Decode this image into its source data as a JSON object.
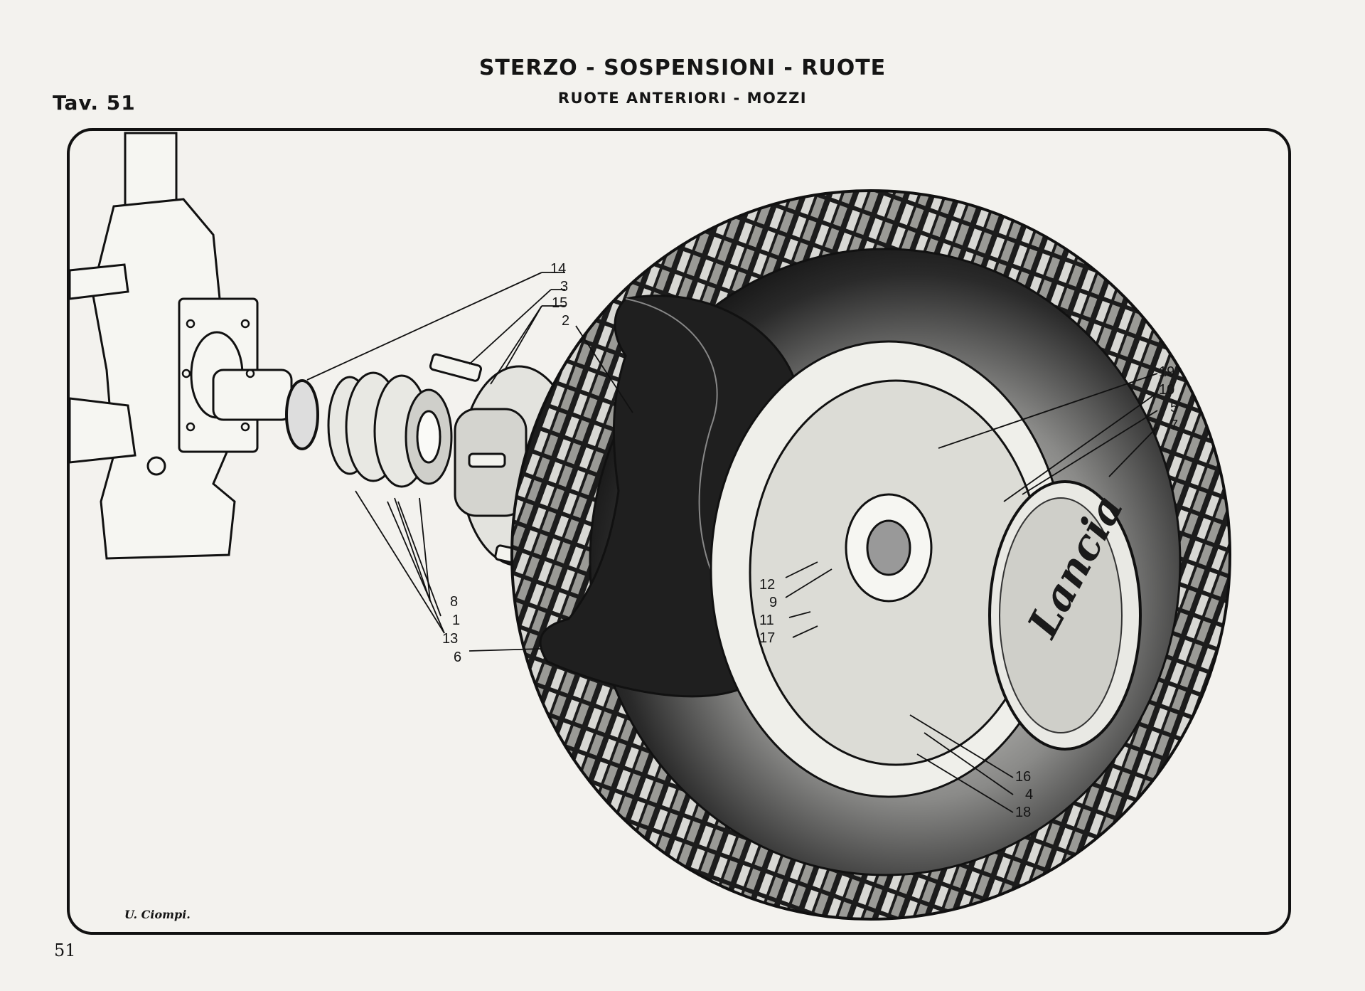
{
  "header": {
    "title": "STERZO - SOSPENSIONI - RUOTE",
    "subtitle": "RUOTE ANTERIORI - MOZZI",
    "plate": "Tav. 51"
  },
  "footer": {
    "page_number": "51",
    "signature": "U. Ciompi."
  },
  "hubcap_brand": "Lancia",
  "callouts": [
    {
      "id": "c14",
      "text": "14"
    },
    {
      "id": "c3a",
      "text": "3"
    },
    {
      "id": "c15",
      "text": "15"
    },
    {
      "id": "c2",
      "text": "2"
    },
    {
      "id": "c8",
      "text": "8"
    },
    {
      "id": "c1",
      "text": "1"
    },
    {
      "id": "c13",
      "text": "13"
    },
    {
      "id": "c6",
      "text": "6"
    },
    {
      "id": "c12",
      "text": "12"
    },
    {
      "id": "c9",
      "text": "9"
    },
    {
      "id": "c11",
      "text": "11"
    },
    {
      "id": "c17",
      "text": "17"
    },
    {
      "id": "c19",
      "text": "19"
    },
    {
      "id": "c10",
      "text": "10"
    },
    {
      "id": "c5",
      "text": "5"
    },
    {
      "id": "c7",
      "text": "7"
    },
    {
      "id": "c16",
      "text": "16"
    },
    {
      "id": "c4",
      "text": "4"
    },
    {
      "id": "c18",
      "text": "18"
    }
  ]
}
